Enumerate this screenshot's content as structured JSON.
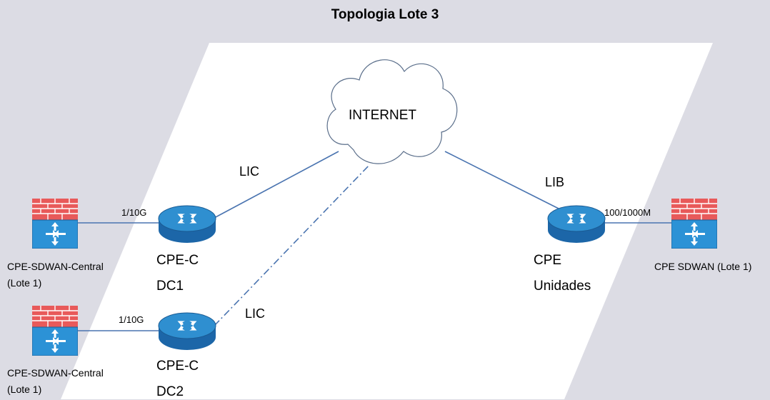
{
  "title": "Topologia Lote 3",
  "cloud": {
    "label": "INTERNET"
  },
  "links": {
    "lic_dc1": "LIC",
    "lic_dc2": "LIC",
    "lib": "LIB",
    "speed_fw1_dc1": "1/10G",
    "speed_fw2_dc2": "1/10G",
    "speed_cpe_fw3": "100/1000M"
  },
  "routers": {
    "dc1": {
      "line1": "CPE-C",
      "line2": "DC1"
    },
    "dc2": {
      "line1": "CPE-C",
      "line2": "DC2"
    },
    "unidades": {
      "line1": "CPE",
      "line2": "Unidades"
    }
  },
  "firewalls": {
    "central1": {
      "line1": "CPE-SDWAN-Central",
      "line2": "(Lote 1)"
    },
    "central2": {
      "line1": "CPE-SDWAN-Central",
      "line2": "(Lote 1)"
    },
    "sdwan": {
      "line1": "CPE SDWAN (Lote 1)"
    }
  },
  "colors": {
    "background": "#dcdce4",
    "zone": "#ffffff",
    "link": "#4a74b0",
    "router_top": "#2f8fd0",
    "router_side": "#1c66a8",
    "firewall_brick": "#e85a5a",
    "firewall_body": "#2c92d6"
  }
}
